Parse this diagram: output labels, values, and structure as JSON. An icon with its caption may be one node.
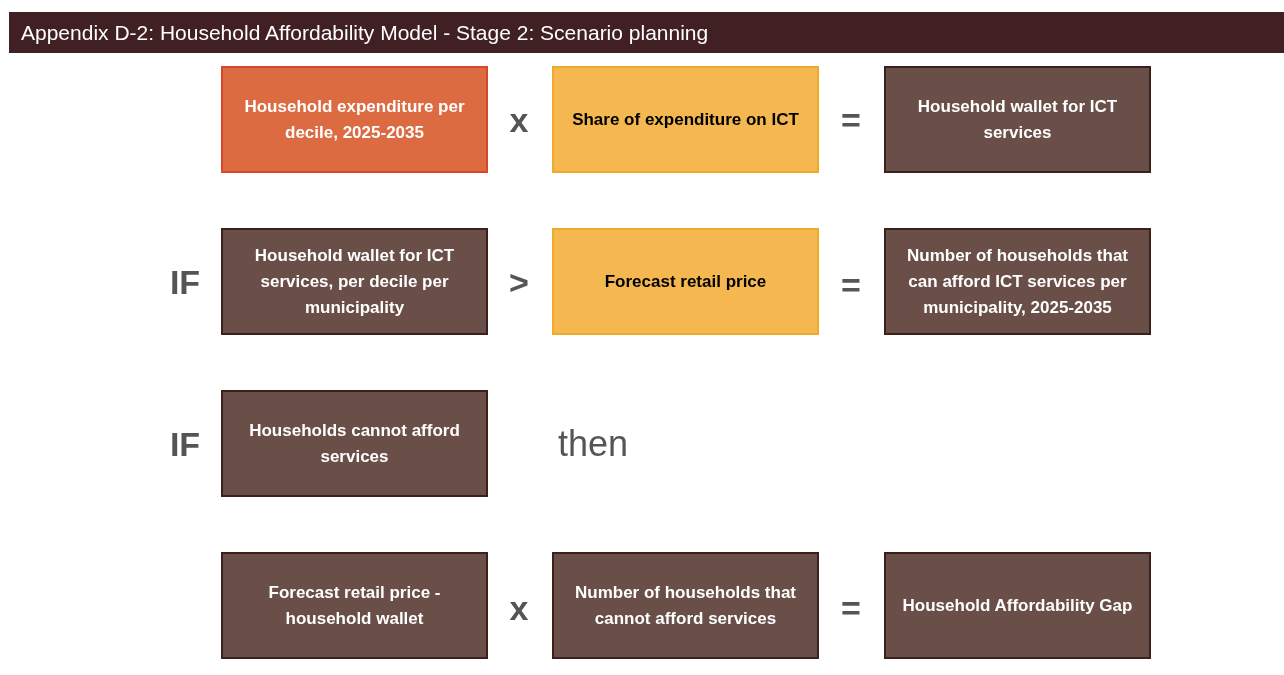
{
  "diagram": {
    "title": "Appendix D-2: Household Affordability Model - Stage 2: Scenario planning",
    "nodes": [
      {
        "text": [
          "Household expenditure per decile, 2025-2035"
        ]
      },
      {
        "text": [
          "Share of expenditure on ICT"
        ]
      },
      {
        "text": [
          "Household wallet for ICT services"
        ]
      },
      {
        "text": [
          "Household wallet for ICT services, per decile per municipality"
        ]
      },
      {
        "text": [
          "Forecast retail price"
        ]
      },
      {
        "text": [
          "Number of households that can afford ICT services per municipality, 2025-2035"
        ]
      },
      {
        "text": [
          "Households cannot afford services"
        ]
      },
      {
        "text": [
          "Forecast retail price - household wallet"
        ]
      },
      {
        "text": [
          "Number of households that cannot afford services"
        ]
      },
      {
        "text": [
          "Household Affordability Gap"
        ]
      }
    ],
    "labels": [
      "x",
      "=",
      "IF",
      ">",
      "=",
      "IF",
      "then",
      "x",
      "="
    ]
  }
}
